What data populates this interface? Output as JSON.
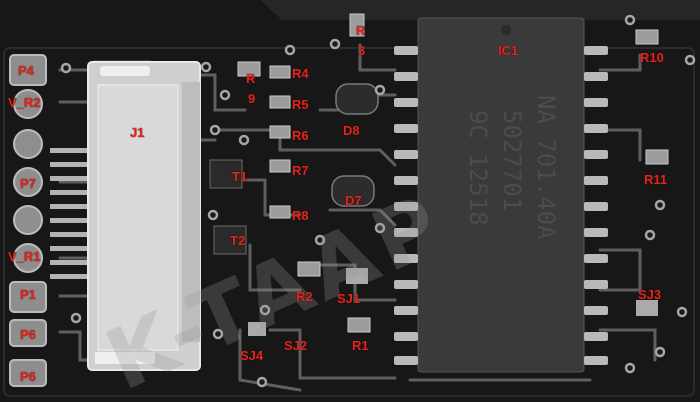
{
  "colors": {
    "board": "#171717",
    "trace": "#5f5f5f",
    "pad": "#a8a8a8",
    "chip_body": "#3a3a3a",
    "chip_text": "#4c4c4c",
    "connector": "#d6d6d6",
    "label": "#e8231c"
  },
  "pads": {
    "p4": "P4",
    "v_r2": "V_R2",
    "p7": "P7",
    "v_r1": "V_R1",
    "p1": "P1",
    "p6_top": "P6",
    "p6_bottom": "P6"
  },
  "connector": {
    "j1": "J1"
  },
  "chip": {
    "ref": "IC1",
    "marking_line1": "NA 701.40A",
    "marking_line2": "5027701",
    "marking_line3": "9C 12518"
  },
  "resistors": {
    "r1": "R1",
    "r2": "R2",
    "r3_top": "R",
    "r3_bottom": "3",
    "r4": "R4",
    "r5": "R5",
    "r6": "R6",
    "r7": "R7",
    "r8": "R8",
    "r9_top": "R",
    "r9_bottom": "9",
    "r10": "R10",
    "r11": "R11"
  },
  "transistors": {
    "t1": "T1",
    "t2": "T2"
  },
  "diodes": {
    "d7": "D7",
    "d8": "D8"
  },
  "solder_jumpers": {
    "sj1": "SJ1",
    "sj2": "SJ2",
    "sj3": "SJ3",
    "sj4": "SJ4"
  },
  "watermark": "K-TAAP"
}
